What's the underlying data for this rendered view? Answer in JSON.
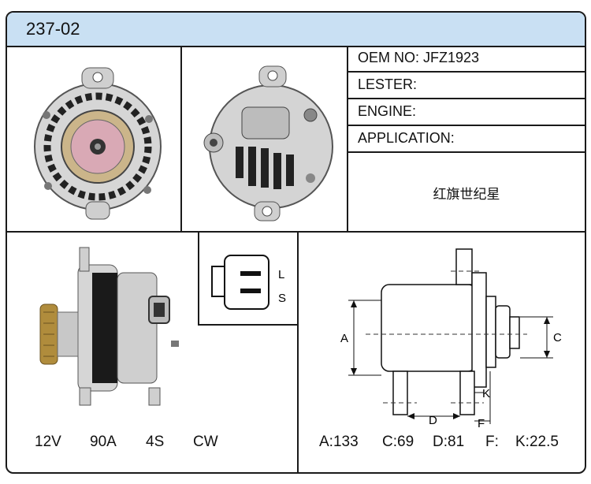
{
  "header": {
    "title": "237-02"
  },
  "specs": {
    "oem": "OEM NO: JFZ1923",
    "lester": "LESTER:",
    "engine": "ENGINE:",
    "application": "APPLICATION:",
    "application_value": "红旗世纪星"
  },
  "connector": {
    "pin_l": "L",
    "pin_s": "S"
  },
  "electrical": [
    "12V",
    "90A",
    "4S",
    "CW"
  ],
  "dimension_labels": {
    "a": "A",
    "c": "C",
    "d": "D",
    "f": "F",
    "k": "K"
  },
  "dimensions": [
    "A:133",
    "C:69",
    "D:81",
    "F:",
    "K:22.5"
  ]
}
